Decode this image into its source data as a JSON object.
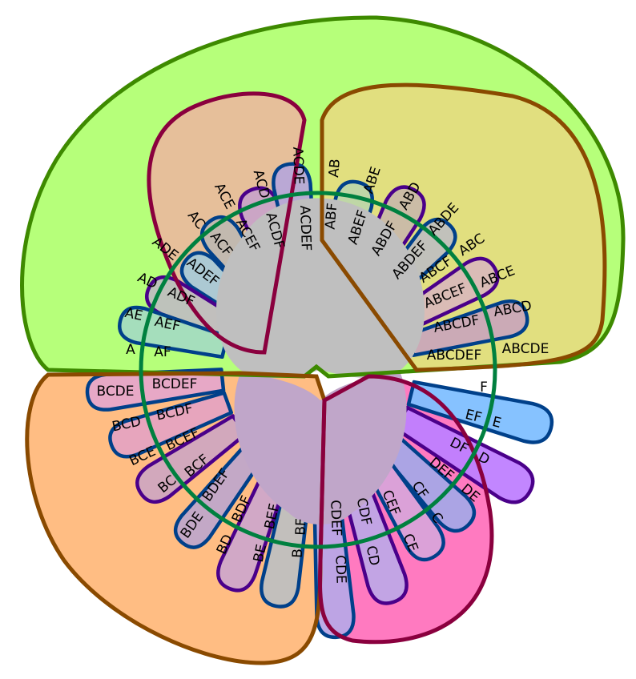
{
  "sets": [
    "A",
    "B",
    "C",
    "D",
    "E",
    "F"
  ],
  "colors": {
    "a_region": "#b6ff7a",
    "b_region": "#ffbd83",
    "c_region": "#ff7ac0",
    "d_region": "#bf7fff",
    "e_region": "#7fbfff",
    "f_region": "#80ffbf",
    "center_overlap": "#bfbfbf",
    "a_outline": "#3e8a00",
    "b_outline": "#8a4a00",
    "c_outline": "#8a003e",
    "d_outline": "#4a008a",
    "e_outline": "#00408a",
    "f_outline": "#00803f"
  },
  "labels": {
    "A": "A",
    "AF": "AF",
    "AE": "AE",
    "AEF": "AEF",
    "AD": "AD",
    "ADF": "ADF",
    "ADE": "ADE",
    "ADEF": "ADEF",
    "AC": "AC",
    "ACF": "ACF",
    "ACE": "ACE",
    "ACEF": "ACEF",
    "ACD": "ACD",
    "ACDF": "ACDF",
    "ACDE": "ACDE",
    "ACDEF": "ACDEF",
    "AB": "AB",
    "ABF": "ABF",
    "ABE": "ABE",
    "ABEF": "ABEF",
    "ABD": "ABD",
    "ABDF": "ABDF",
    "ABDE": "ABDE",
    "ABDEF": "ABDEF",
    "ABC": "ABC",
    "ABCF": "ABCF",
    "ABCE": "ABCE",
    "ABCEF": "ABCEF",
    "ABCD": "ABCD",
    "ABCDF": "ABCDF",
    "ABCDE": "ABCDE",
    "ABCDEF": "ABCDEF",
    "F": "F",
    "E": "E",
    "EF": "EF",
    "D": "D",
    "DF": "DF",
    "DE": "DE",
    "DEF": "DEF",
    "C": "C",
    "CF": "CF",
    "CE": "CE",
    "CEF": "CEF",
    "CD": "CD",
    "CDF": "CDF",
    "CDE": "CDE",
    "CDEF": "CDEF",
    "B": "B",
    "BF": "BF",
    "BE": "BE",
    "BEF": "BEF",
    "BD": "BD",
    "BDF": "BDF",
    "BDE": "BDE",
    "BDEF": "BDEF",
    "BC": "BC",
    "BCF": "BCF",
    "BCE": "BCE",
    "BCEF": "BCEF",
    "BCD": "BCD",
    "BCDF": "BCDF",
    "BCDE": "BCDE",
    "BCDEF": "BCDEF"
  }
}
